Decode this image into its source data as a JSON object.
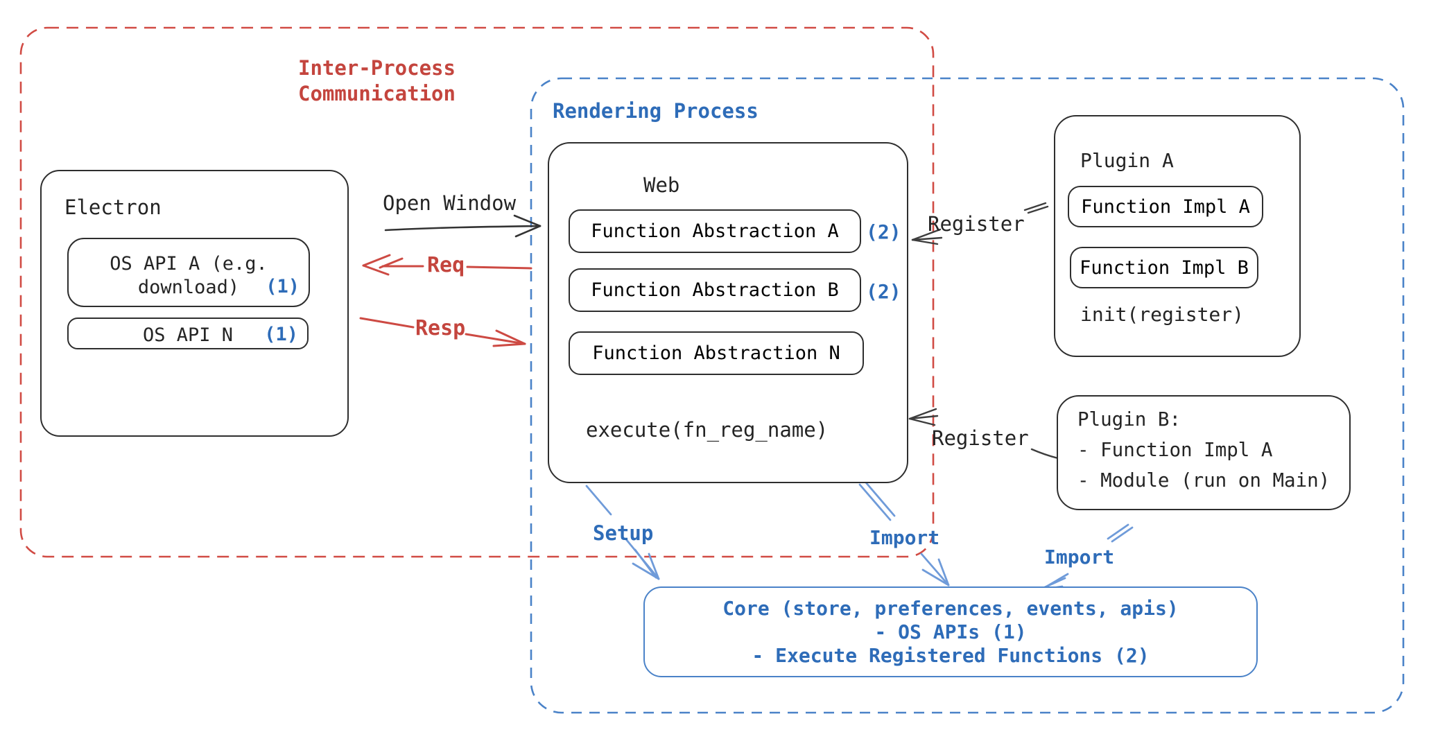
{
  "colors": {
    "red": "#c4453e",
    "blue_text": "#2e6cb8",
    "blue_border": "#4a82c8",
    "blue_arrow": "#6f9bd9",
    "black": "#242424"
  },
  "ipc": {
    "label_line1": "Inter-Process",
    "label_line2": "Communication"
  },
  "electron": {
    "title": "Electron",
    "os_api_a_line1": "OS API A (e.g.",
    "os_api_a_line2": "download)",
    "os_api_a_badge": "(1)",
    "os_api_n": "OS API N",
    "os_api_n_badge": "(1)"
  },
  "arrows": {
    "open_window": "Open Window",
    "req": "Req",
    "resp": "Resp",
    "register_top": "Register",
    "register_bottom": "Register",
    "setup": "Setup",
    "import_web": "Import",
    "import_plugin": "Import"
  },
  "rendering": {
    "title": "Rendering Process",
    "web": {
      "title": "Web",
      "fa_a": "Function Abstraction A",
      "fa_a_badge": "(2)",
      "fa_b": "Function Abstraction B",
      "fa_b_badge": "(2)",
      "fa_n": "Function Abstraction N",
      "execute": "execute(fn_reg_name)"
    }
  },
  "plugin_a": {
    "title": "Plugin A",
    "impl_a": "Function Impl A",
    "impl_b": "Function Impl B",
    "init": "init(register)"
  },
  "plugin_b": {
    "line1": "Plugin B:",
    "line2": "- Function Impl A",
    "line3": "- Module (run on Main)"
  },
  "core": {
    "line1": "Core (store, preferences, events, apis)",
    "line2": "- OS APIs (1)",
    "line3": "- Execute Registered Functions (2)"
  }
}
